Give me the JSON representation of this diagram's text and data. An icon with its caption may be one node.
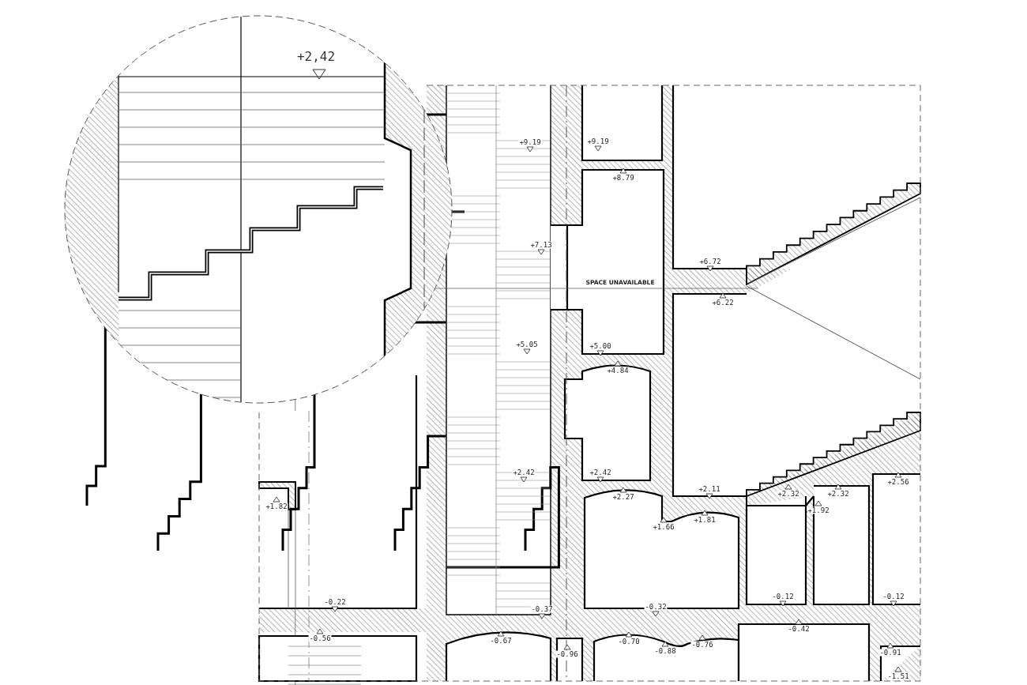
{
  "diagram": {
    "labels": [
      "+2,42",
      "+9.19",
      "+9.19",
      "+8.79",
      "+6.72",
      "+7.13",
      "SPACE UNAVAILABLE",
      "+6.22",
      "+5.05",
      "+5.00",
      "+4.84",
      "+2.42",
      "+2.42",
      "+2.56",
      "+2.11",
      "+2.32",
      "+2.32",
      "+2.27",
      "+1.82",
      "+1.92",
      "+1.81",
      "+1.66",
      "-0.12",
      "-0.12",
      "-0.22",
      "-0.32",
      "-0.37",
      "-0.42",
      "-0.56",
      "-0.67",
      "-0.70",
      "-0.76",
      "-0.88",
      "-0.96",
      "-0.91",
      "-1.51"
    ]
  }
}
